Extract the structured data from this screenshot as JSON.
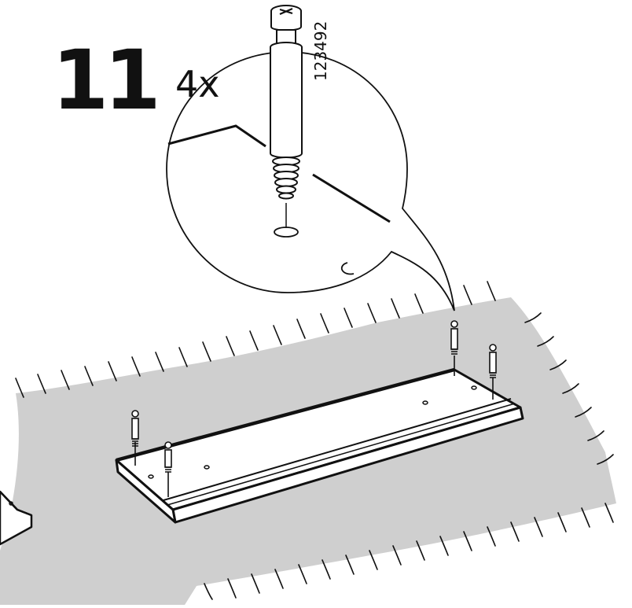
{
  "step": {
    "number": "11"
  },
  "callout": {
    "quantity": "4x",
    "part_number": "123492"
  },
  "colors": {
    "ink": "#111111",
    "cloth": "#cfcfcf",
    "board": "#ffffff"
  }
}
